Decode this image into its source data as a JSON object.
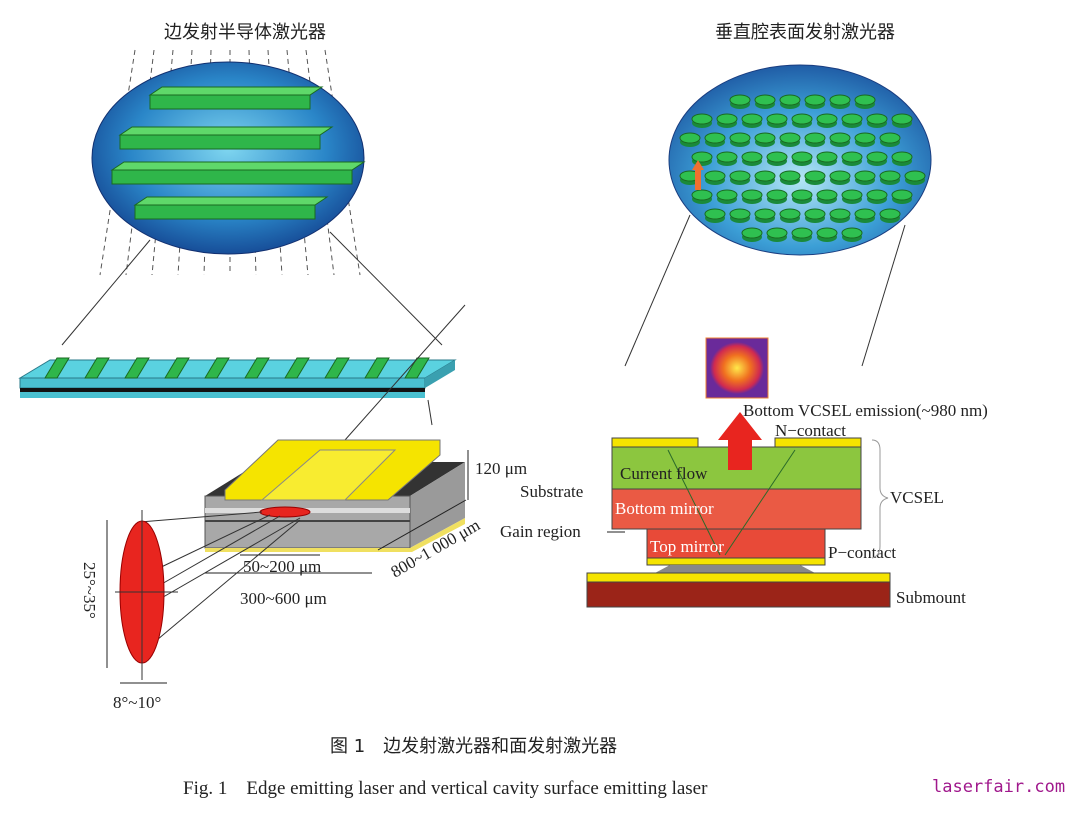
{
  "left_panel": {
    "title": "边发射半导体激光器",
    "dim_height": "120 μm",
    "dim_length": "800~1 000 μm",
    "dim_stripe": "50~200 μm",
    "dim_width": "300~600 μm",
    "beam_vertical": "25°~35°",
    "beam_horizontal": "8°~10°"
  },
  "right_panel": {
    "title": "垂直腔表面发射激光器",
    "emission": "Bottom VCSEL emission(~980 nm)",
    "n_contact": "N−contact",
    "current_flow": "Current flow",
    "substrate": "Substrate",
    "bottom_mirror": "Bottom mirror",
    "gain_region": "Gain region",
    "top_mirror": "Top mirror",
    "p_contact": "P−contact",
    "vcsel": "VCSEL",
    "submount": "Submount"
  },
  "caption": {
    "cn": "图 1　边发射激光器和面发射激光器",
    "en": "Fig. 1　Edge emitting laser and vertical cavity surface emitting laser"
  },
  "watermark": "laserfair.com",
  "colors": {
    "green": "#2fb64a",
    "yellow": "#f5e400",
    "red": "#e8251f",
    "substrate": "#8cc63f",
    "mirror": "#ea5a44",
    "submount": "#9b2418"
  }
}
